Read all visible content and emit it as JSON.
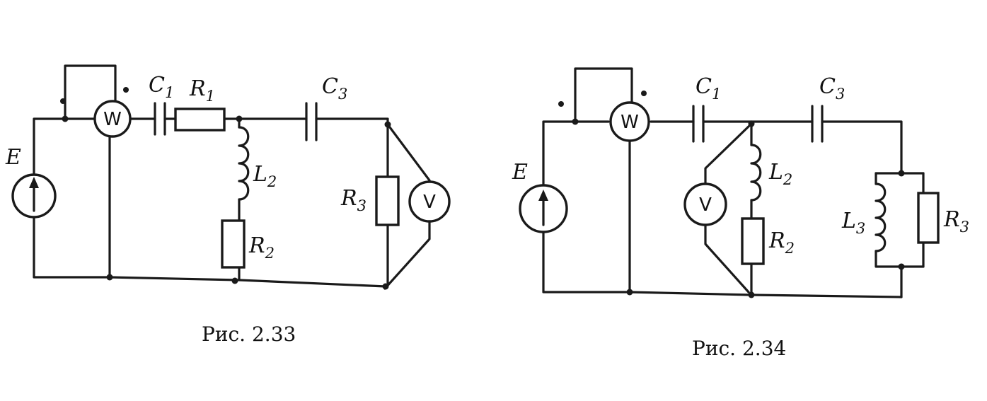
{
  "figures": [
    {
      "caption": "Рис. 2.33",
      "meter_w": "W",
      "meter_v": "V",
      "labels": {
        "E": "E",
        "C1": {
          "main": "C",
          "sub": "1"
        },
        "R1": {
          "main": "R",
          "sub": "1"
        },
        "C3": {
          "main": "C",
          "sub": "3"
        },
        "L2": {
          "main": "L",
          "sub": "2"
        },
        "R2": {
          "main": "R",
          "sub": "2"
        },
        "R3": {
          "main": "R",
          "sub": "3"
        }
      }
    },
    {
      "caption": "Рис. 2.34",
      "meter_w": "W",
      "meter_v": "V",
      "labels": {
        "E": "E",
        "C1": {
          "main": "C",
          "sub": "1"
        },
        "C3": {
          "main": "C",
          "sub": "3"
        },
        "L2": {
          "main": "L",
          "sub": "2"
        },
        "R2": {
          "main": "R",
          "sub": "2"
        },
        "L3": {
          "main": "L",
          "sub": "3"
        },
        "R3": {
          "main": "R",
          "sub": "3"
        }
      }
    }
  ]
}
